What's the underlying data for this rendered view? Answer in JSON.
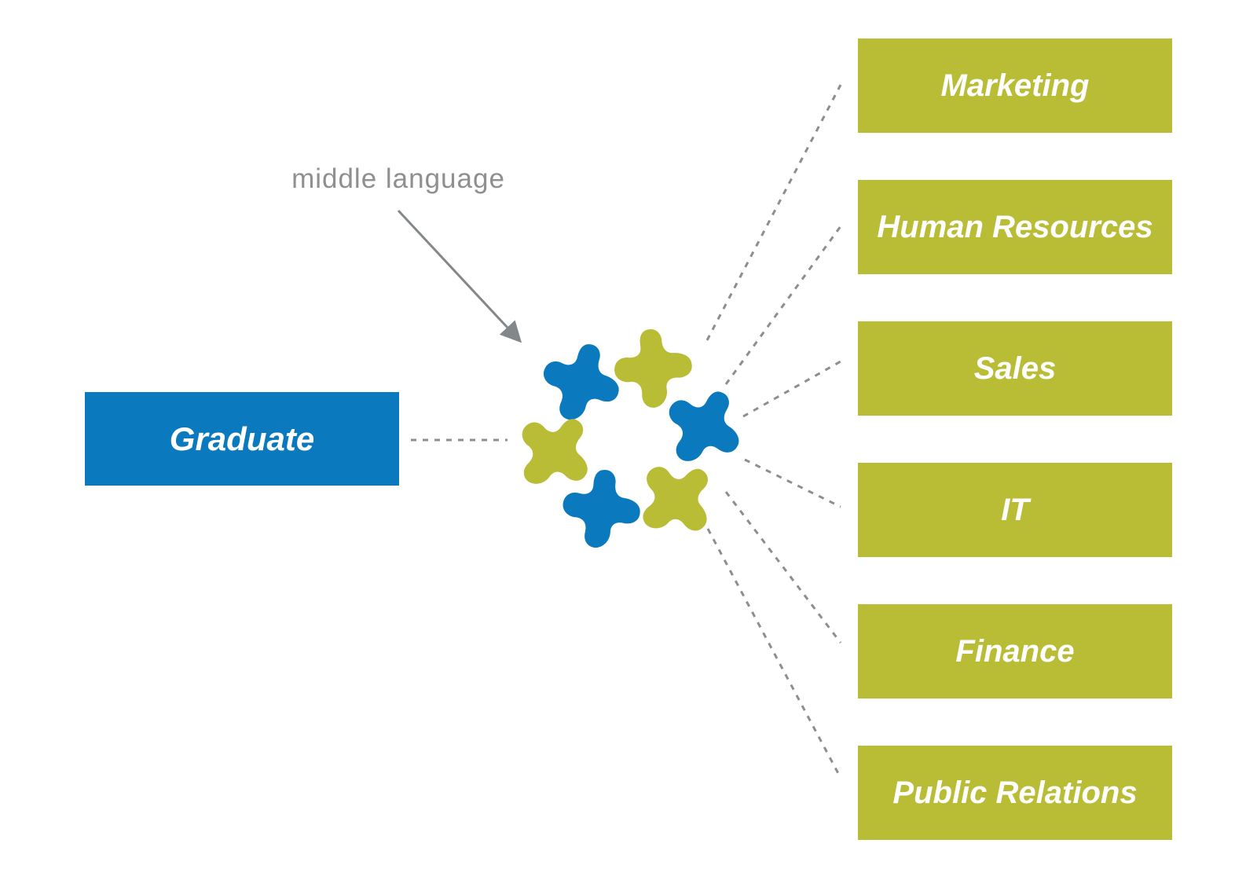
{
  "left_node": {
    "label": "Graduate"
  },
  "annotation": {
    "label": "middle language"
  },
  "departments": [
    {
      "label": "Marketing"
    },
    {
      "label": "Human Resources"
    },
    {
      "label": "Sales"
    },
    {
      "label": "IT"
    },
    {
      "label": "Finance"
    },
    {
      "label": "Public Relations"
    }
  ],
  "hub": {
    "icon": "star-cluster",
    "star_count": 6
  },
  "colors": {
    "blue": "#0b79bd",
    "green": "#b9bc35",
    "line": "#8e8e8e",
    "graytext": "#8f8f8f",
    "white": "#ffffff"
  }
}
